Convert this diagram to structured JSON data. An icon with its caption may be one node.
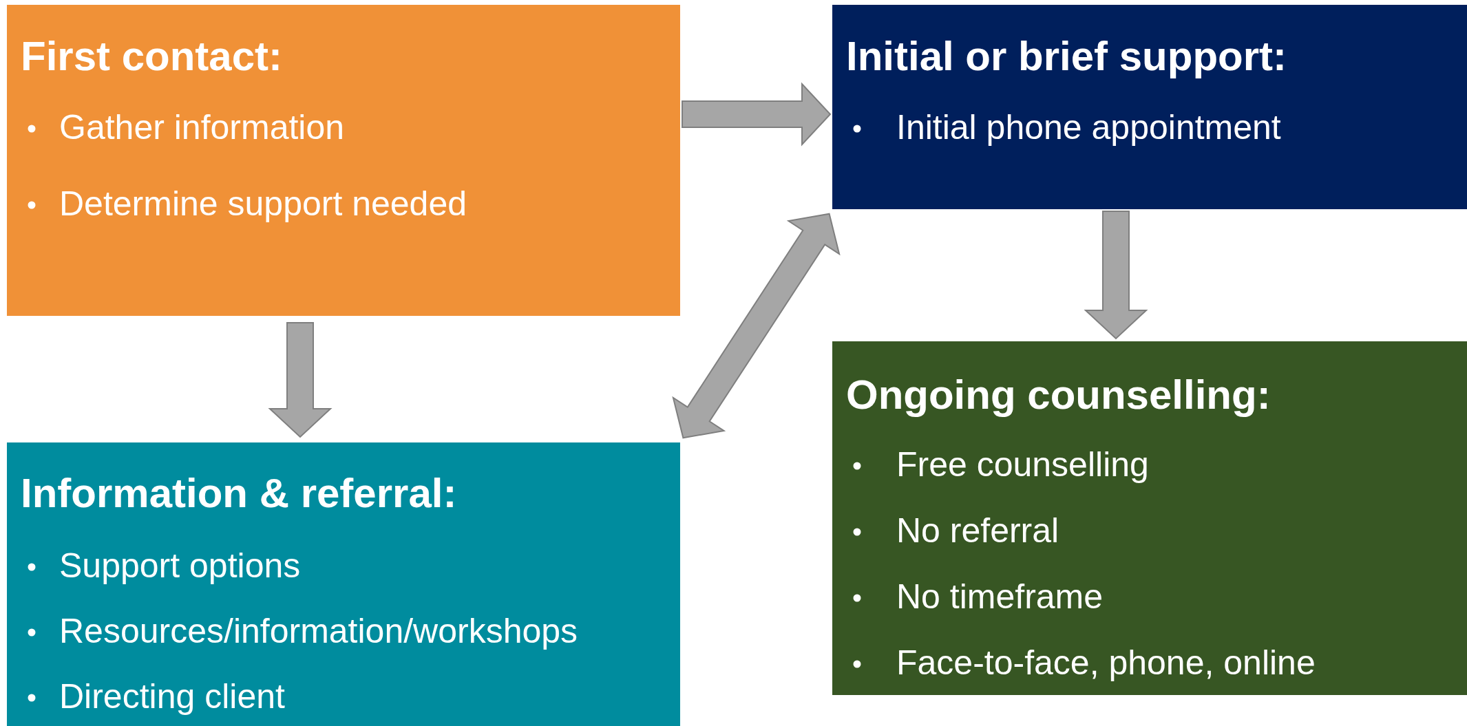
{
  "diagram": {
    "nodes": [
      {
        "text": [
          "First contact:",
          "Gather information",
          "Determine support needed"
        ]
      },
      {
        "text": [
          "Initial or brief support:",
          "Initial phone appointment"
        ]
      },
      {
        "text": [
          "Information & referral:",
          "Support options",
          "Resources/information/workshops",
          "Directing client"
        ]
      },
      {
        "text": [
          "Ongoing counselling:",
          "Free counselling",
          "No referral",
          "No timeframe",
          "Face-to-face, phone, online"
        ]
      }
    ],
    "edges": [
      {
        "from": 0,
        "to": 1,
        "arrow": "to"
      },
      {
        "from": 0,
        "to": 2,
        "arrow": "to"
      },
      {
        "from": 1,
        "to": 3,
        "arrow": "to"
      },
      {
        "from": 2,
        "to": 1,
        "arrow": "both"
      }
    ]
  }
}
